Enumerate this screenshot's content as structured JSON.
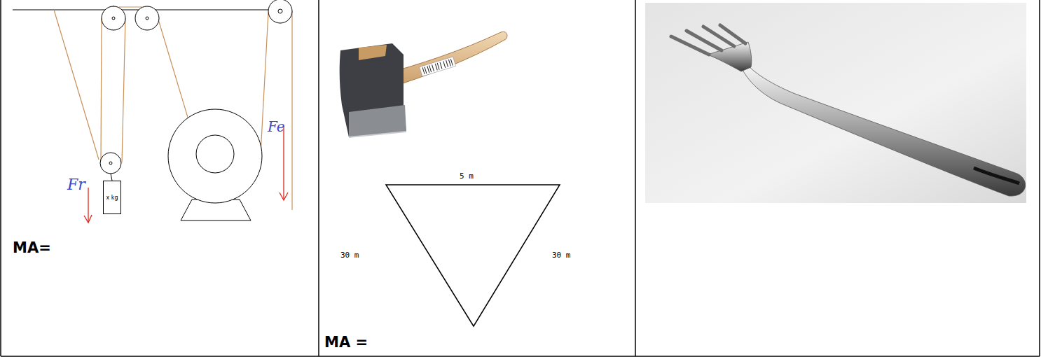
{
  "diagram": {
    "nodes": [
      {
        "text": [
          "x kg"
        ]
      }
    ],
    "labels": [
      "Fr",
      "Fe",
      "MA=",
      "5 m",
      "30 m",
      "30 m",
      "MA ="
    ]
  }
}
